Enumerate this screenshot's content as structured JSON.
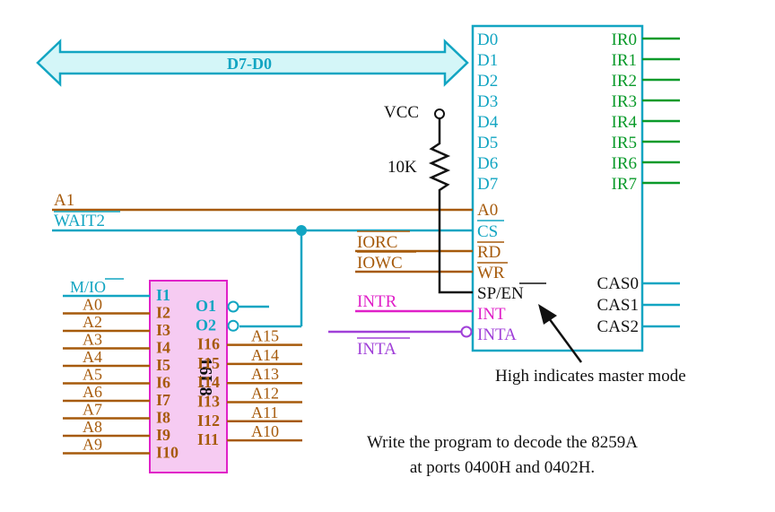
{
  "colors": {
    "cyan": "#12a5c2",
    "brown": "#a65a0b",
    "green": "#0a9a2a",
    "magenta": "#e020c8",
    "purple": "#a040d8",
    "chip_fill": "#f6cbf2",
    "bus_fill": "#d4f6f8",
    "black": "#111111"
  },
  "bus": {
    "label": "D7-D0"
  },
  "pic": {
    "data_pins": [
      "D0",
      "D1",
      "D2",
      "D3",
      "D4",
      "D5",
      "D6",
      "D7"
    ],
    "ir_pins": [
      "IR0",
      "IR1",
      "IR2",
      "IR3",
      "IR4",
      "IR5",
      "IR6",
      "IR7"
    ],
    "ctrl_pins": [
      "A0",
      "CS",
      "RD",
      "WR",
      "SP/EN",
      "INT",
      "INTA"
    ],
    "cas_pins": [
      "CAS0",
      "CAS1",
      "CAS2"
    ]
  },
  "signals": {
    "a1": "A1",
    "wait2": "WAIT2",
    "iorc": "IORC",
    "iowc": "IOWC",
    "intr": "INTR",
    "inta": "INTA"
  },
  "pullup": {
    "vcc": "VCC",
    "resistor": "10K"
  },
  "pld": {
    "name": "16L8",
    "in_pins": [
      "I1",
      "I2",
      "I3",
      "I4",
      "I5",
      "I6",
      "I7",
      "I8",
      "I9",
      "I10"
    ],
    "in_labels": [
      "M/IO",
      "A0",
      "A2",
      "A3",
      "A4",
      "A5",
      "A6",
      "A7",
      "A8",
      "A9"
    ],
    "out_pins": [
      "O1",
      "O2",
      "I16",
      "I15",
      "I14",
      "I13",
      "I12",
      "I11"
    ],
    "out_labels": [
      "",
      "",
      "A15",
      "A14",
      "A13",
      "A12",
      "A11",
      "A10"
    ]
  },
  "annotation": "High indicates master mode",
  "instruction": [
    "Write the program to decode the 8259A",
    "at ports 0400H and 0402H."
  ]
}
